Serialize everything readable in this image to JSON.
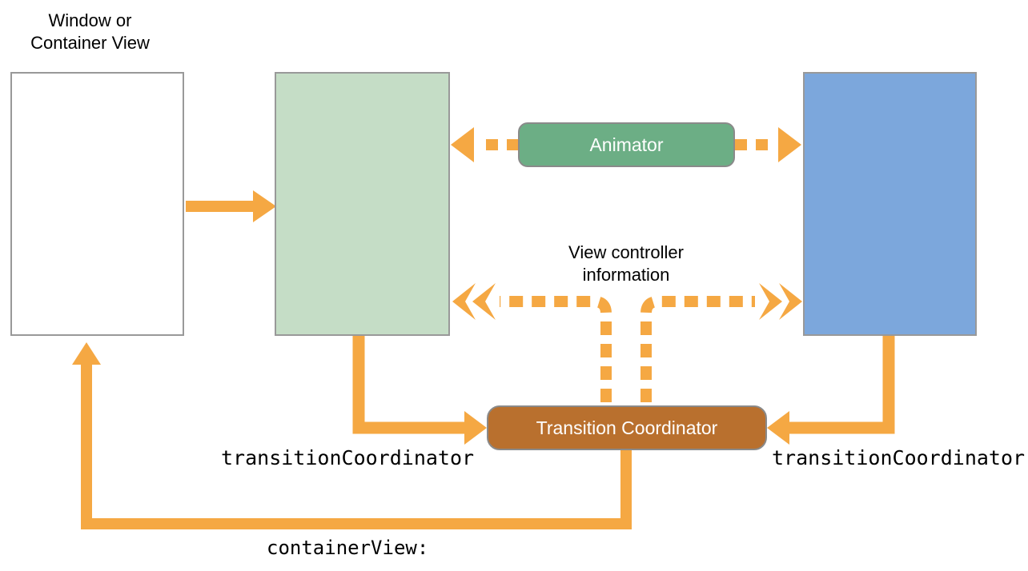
{
  "colors": {
    "arrow_orange": "#F5A843",
    "box_border_gray": "#999999",
    "window_box_fill": "#FFFFFF",
    "green_box_fill": "#C5DDC6",
    "blue_box_fill": "#7CA7DC",
    "animator_fill": "#6CAE85",
    "coordinator_fill": "#B9702E",
    "label_text": "#000000",
    "node_text": "#FFFFFF",
    "background": "#FFFFFF"
  },
  "labels": {
    "window_container_view": "Window or Container View",
    "view_controller_information": "View controller information",
    "transition_coordinator_property_left": "transitionCoordinator",
    "transition_coordinator_property_right": "transitionCoordinator",
    "container_view_parameter": "containerView:"
  },
  "nodes": {
    "animator": {
      "label": "Animator"
    },
    "transition_coordinator": {
      "label": "Transition Coordinator"
    }
  }
}
